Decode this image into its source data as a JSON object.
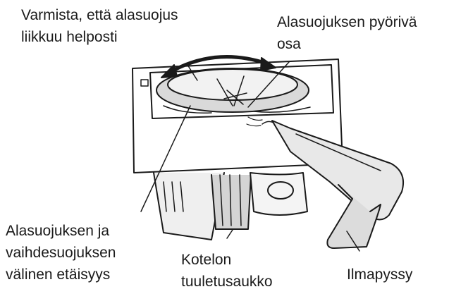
{
  "labels": {
    "check_guard": [
      "Varmista, että alasuojus",
      "liikkuu helposti"
    ],
    "rotating_part": [
      "Alasuojuksen pyörivä",
      "osa"
    ],
    "gap": [
      "Alasuojuksen ja",
      "vaihdesuojuksen",
      "välinen etäisyys"
    ],
    "vent": [
      "Kotelon",
      "tuuletusaukko"
    ],
    "air_gun": [
      "Ilmapyssy"
    ]
  }
}
